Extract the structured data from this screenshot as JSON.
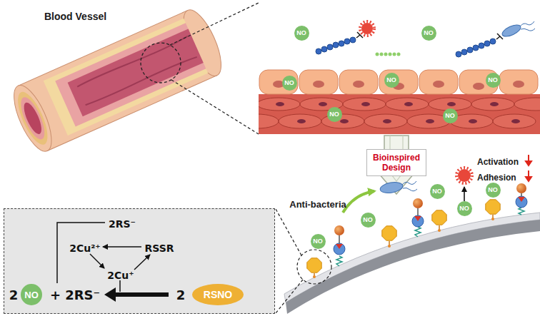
{
  "diagram": {
    "nodes": [
      {
        "text": [
          "NO"
        ]
      },
      {
        "text": [
          "NO"
        ]
      },
      {
        "text": [
          "NO"
        ]
      },
      {
        "text": [
          "NO"
        ]
      },
      {
        "text": [
          "NO"
        ]
      },
      {
        "text": [
          "NO"
        ]
      },
      {
        "text": [
          "NO"
        ]
      },
      {
        "text": [
          "Bioinspired Design"
        ]
      },
      {
        "text": [
          "NO"
        ]
      },
      {
        "text": [
          "NO"
        ]
      },
      {
        "text": [
          "NO"
        ]
      },
      {
        "text": [
          "NO"
        ]
      },
      {
        "text": [
          "NO"
        ]
      },
      {
        "text": [
          "2RS⁻",
          "2Cu²⁺",
          "RSSR",
          "2Cu⁺",
          "2",
          "+ 2RS⁻",
          "2"
        ]
      },
      {
        "text": [
          "NO"
        ],
        "in": 13
      },
      {
        "text": [
          "RSNO"
        ],
        "in": 13
      }
    ],
    "labels": [
      "Blood Vessel",
      "Anti-bacteria",
      "Activation",
      "Adhesion"
    ]
  }
}
